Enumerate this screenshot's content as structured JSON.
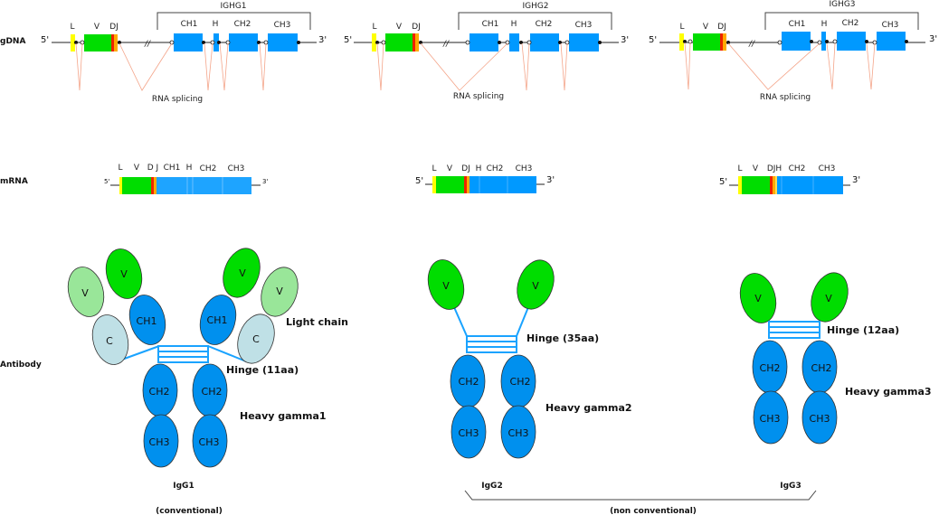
{
  "colors": {
    "leader": "#ffff00",
    "variable": "#00dd00",
    "d_segment": "#ee2200",
    "j_segment": "#ffaa00",
    "constant": "#0099ff",
    "light_v": "#99e699",
    "light_c": "#bfe0e6",
    "splice": "#f4a58a",
    "hinge": "#1aa3ff"
  },
  "row_labels": {
    "gdna": "gDNA",
    "mrna": "mRNA",
    "antibody": "Antibody"
  },
  "gdna": [
    {
      "gene": "IGHG1",
      "five_prime": "5'",
      "three_prime": "3'",
      "labels": {
        "L": "L",
        "V": "V",
        "DJ": "DJ",
        "CH1": "CH1",
        "H": "H",
        "CH2": "CH2",
        "CH3": "CH3"
      },
      "break_mark": "//",
      "splicing": "RNA splicing"
    },
    {
      "gene": "IGHG2",
      "five_prime": "5'",
      "three_prime": "3'",
      "labels": {
        "L": "L",
        "V": "V",
        "DJ": "DJ",
        "CH1": "CH1",
        "H": "H",
        "CH2": "CH2",
        "CH3": "CH3"
      },
      "break_mark": "//",
      "splicing": "RNA splicing"
    },
    {
      "gene": "IGHG3",
      "five_prime": "5'",
      "three_prime": "3'",
      "labels": {
        "L": "L",
        "V": "V",
        "DJ": "DJ",
        "CH1": "CH1",
        "H": "H",
        "CH2": "CH2",
        "CH3": "CH3"
      },
      "break_mark": "//",
      "splicing": "RNA splicing"
    }
  ],
  "mrna": [
    {
      "five_prime": "5'",
      "three_prime": "3'",
      "labels": {
        "L": "L",
        "V": "V",
        "DJ": "D J",
        "CH1": "CH1",
        "H": "H",
        "CH2": "CH2",
        "CH3": "CH3"
      }
    },
    {
      "five_prime": "5'",
      "three_prime": "3'",
      "labels": {
        "L": "L",
        "V": "V",
        "DJ": "DJ",
        "H": "H",
        "CH2": "CH2",
        "CH3": "CH3"
      }
    },
    {
      "five_prime": "5'",
      "three_prime": "3'",
      "labels": {
        "L": "L",
        "V": "V",
        "DJ": "DJH",
        "CH2": "CH2",
        "CH3": "CH3"
      }
    }
  ],
  "antibodies": [
    {
      "name": "IgG1",
      "domains": {
        "v": "V",
        "c": "C",
        "ch1": "CH1",
        "ch2": "CH2",
        "ch3": "CH3"
      },
      "light_chain": "Light chain",
      "hinge": "Hinge (11aa)",
      "heavy": "Heavy gamma1",
      "class": "(conventional)"
    },
    {
      "name": "IgG2",
      "domains": {
        "v": "V",
        "ch2": "CH2",
        "ch3": "CH3"
      },
      "hinge": "Hinge (35aa)",
      "heavy": "Heavy gamma2"
    },
    {
      "name": "IgG3",
      "domains": {
        "v": "V",
        "ch2": "CH2",
        "ch3": "CH3"
      },
      "hinge": "Hinge (12aa)",
      "heavy": "Heavy gamma3"
    }
  ],
  "group_label": "(non conventional)"
}
